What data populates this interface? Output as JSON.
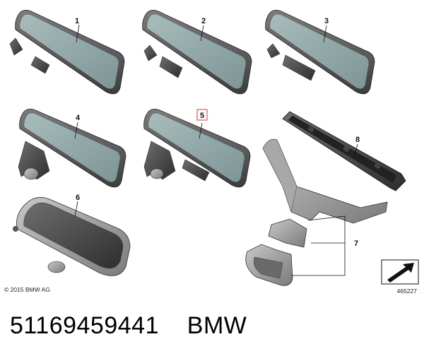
{
  "diagram": {
    "callouts": [
      "1",
      "2",
      "3",
      "4",
      "5",
      "6",
      "7",
      "8"
    ],
    "highlighted_callout": "5",
    "highlight_color": "#e03030",
    "copyright": "© 2015 BMW AG",
    "image_number": "465227"
  },
  "caption": {
    "part_number": "51169459441",
    "brand": "BMW"
  }
}
